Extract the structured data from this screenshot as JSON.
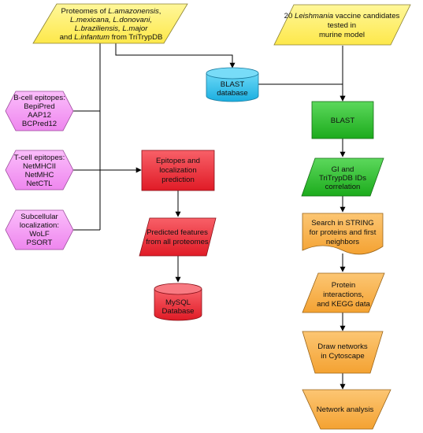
{
  "colors": {
    "parallelogram_yellow": "#fff060",
    "hexagon_pink": "#f59af5",
    "cylinder_cyan": "#2cc6ee",
    "process_green": "#2cc22c",
    "process_red": "#ee2b35",
    "process_orange": "#f9b047",
    "line": "#000000"
  },
  "nodes": {
    "proteomes": {
      "line1_prefix": "Proteomes of ",
      "line1_species": "L.amazonensis",
      "line1_suffix": ",",
      "line2": "L.mexicana, L.donovani,",
      "line3": "L.braziliensis, L.major",
      "line4_prefix": "and ",
      "line4_species": "L.infantum",
      "line4_suffix": " from TriTrypDB"
    },
    "vaccine_candidates": {
      "line1_prefix": "20 ",
      "line1_species": "Leishmania",
      "line1_suffix": " vaccine candidates",
      "line2": "tested in",
      "line3": "murine model"
    },
    "blast_db": {
      "line1": "BLAST",
      "line2": "database"
    },
    "bcell": {
      "line1": "B-cell epitopes:",
      "line2": "BepiPred",
      "line3": "AAP12",
      "line4": "BCPred12"
    },
    "tcell": {
      "line1": "T-cell epitopes:",
      "line2": "NetMHCII",
      "line3": "NetMHC",
      "line4": "NetCTL"
    },
    "subcellular": {
      "line1": "Subcellular",
      "line2": "localization:",
      "line3": "WoLF",
      "line4": "PSORT"
    },
    "epitopes_pred": {
      "line1": "Epitopes and",
      "line2": "localization",
      "line3": "prediction"
    },
    "predicted_features": {
      "line1": "Predicted features",
      "line2": "from all proteomes"
    },
    "mysql": {
      "line1": "MySQL",
      "line2": "Database"
    },
    "blast": {
      "line1": "BLAST"
    },
    "gi_correlation": {
      "line1": "GI and",
      "line2": "TriTrypDB IDs",
      "line3": "correlation"
    },
    "string_search": {
      "line1": "Search in STRING",
      "line2": "for proteins and first",
      "line3": "neighbors"
    },
    "protein_interactions": {
      "line1": "Protein",
      "line2": "interactions,",
      "line3": "and KEGG data"
    },
    "draw_networks": {
      "line1": "Draw networks",
      "line2": "in Cytoscape"
    },
    "network_analysis": {
      "line1": "Network analysis"
    }
  }
}
